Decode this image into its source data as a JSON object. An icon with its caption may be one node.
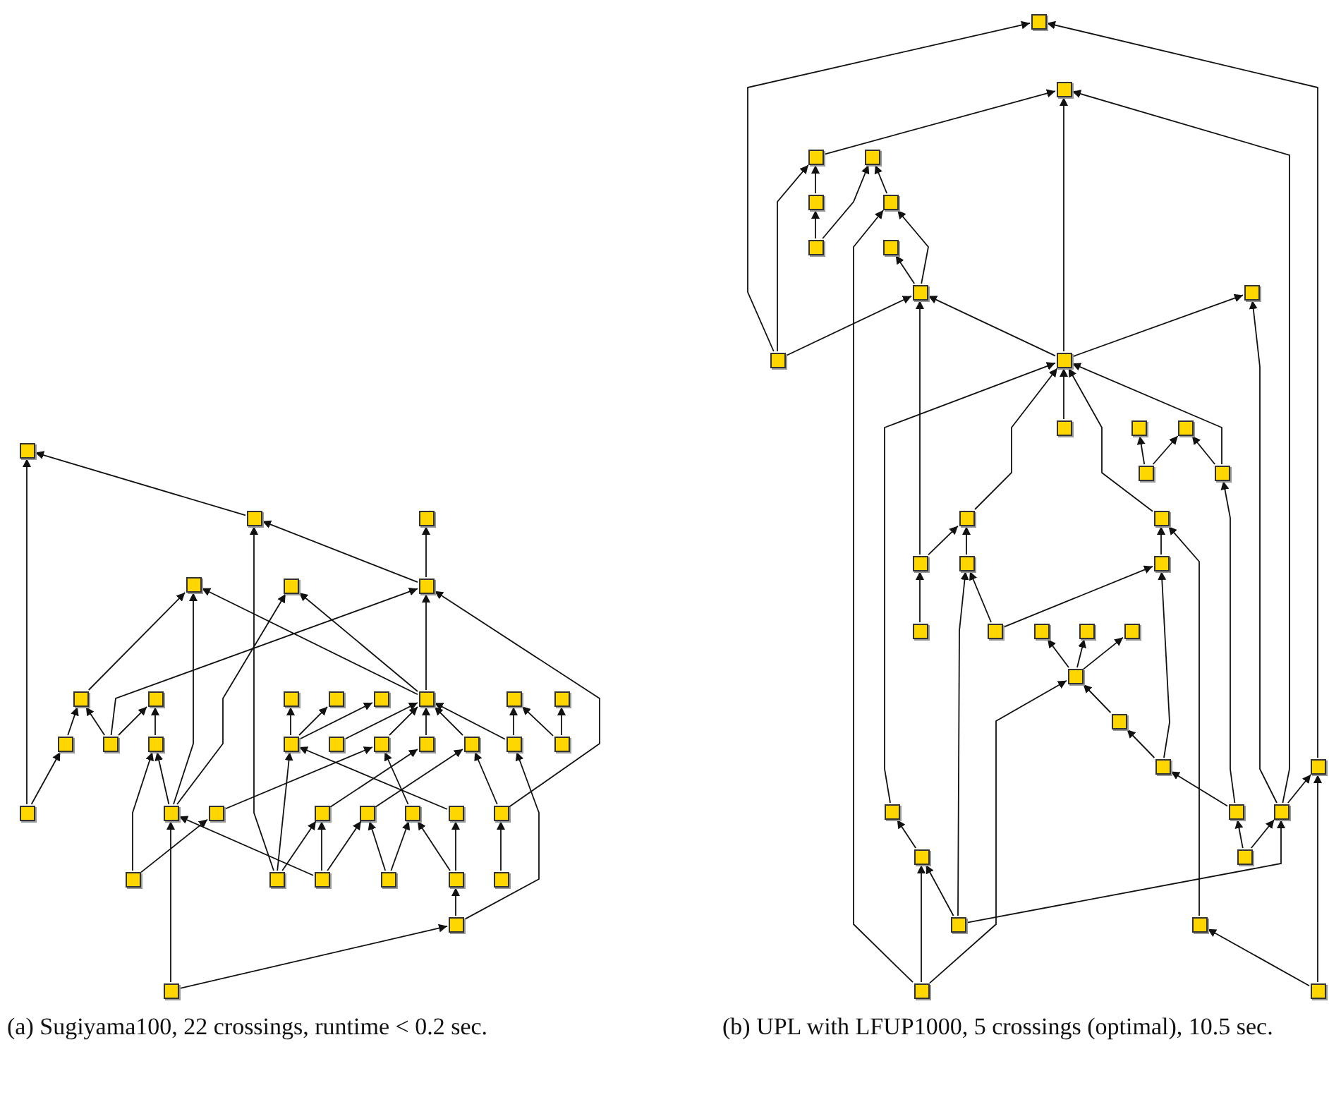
{
  "diagram": {
    "nodes": [
      {
        "text": [],
        "shape": "box"
      },
      {
        "text": [],
        "shape": "box"
      },
      {
        "text": [],
        "shape": "box"
      },
      {
        "text": [],
        "shape": "box"
      },
      {
        "text": [],
        "shape": "box"
      },
      {
        "text": [],
        "shape": "box"
      },
      {
        "text": [],
        "shape": "box"
      },
      {
        "text": [],
        "shape": "box"
      },
      {
        "text": [],
        "shape": "box"
      },
      {
        "text": [],
        "shape": "box"
      },
      {
        "text": [],
        "shape": "box"
      },
      {
        "text": [],
        "shape": "box"
      },
      {
        "text": [],
        "shape": "box"
      },
      {
        "text": [],
        "shape": "box"
      },
      {
        "text": [],
        "shape": "box"
      },
      {
        "text": [],
        "shape": "box"
      },
      {
        "text": [],
        "shape": "box"
      },
      {
        "text": [],
        "shape": "box"
      },
      {
        "text": [],
        "shape": "box"
      },
      {
        "text": [],
        "shape": "box"
      },
      {
        "text": [],
        "shape": "box"
      },
      {
        "text": [],
        "shape": "box"
      },
      {
        "text": [],
        "shape": "box"
      },
      {
        "text": [],
        "shape": "box"
      },
      {
        "text": [],
        "shape": "box"
      },
      {
        "text": [],
        "shape": "box"
      },
      {
        "text": [],
        "shape": "box"
      },
      {
        "text": [],
        "shape": "box"
      },
      {
        "text": [],
        "shape": "box"
      },
      {
        "text": [],
        "shape": "box"
      },
      {
        "text": [],
        "shape": "box"
      },
      {
        "text": [],
        "shape": "box"
      },
      {
        "text": [],
        "shape": "box"
      },
      {
        "text": [],
        "shape": "box"
      },
      {
        "text": [],
        "shape": "box"
      },
      {
        "text": [],
        "shape": "box"
      },
      {
        "text": [],
        "shape": "box"
      },
      {
        "text": [],
        "shape": "box"
      },
      {
        "text": [],
        "shape": "box"
      },
      {
        "text": [],
        "shape": "box"
      },
      {
        "text": [],
        "shape": "box"
      },
      {
        "text": [],
        "shape": "box"
      },
      {
        "text": [],
        "shape": "box"
      },
      {
        "text": [],
        "shape": "box"
      },
      {
        "text": [],
        "shape": "box"
      },
      {
        "text": [],
        "shape": "box"
      },
      {
        "text": [],
        "shape": "box"
      },
      {
        "text": [],
        "shape": "box"
      },
      {
        "text": [],
        "shape": "box"
      },
      {
        "text": [],
        "shape": "box"
      },
      {
        "text": [],
        "shape": "box"
      },
      {
        "text": [],
        "shape": "box"
      },
      {
        "text": [],
        "shape": "box"
      },
      {
        "text": [],
        "shape": "box"
      },
      {
        "text": [],
        "shape": "box"
      },
      {
        "text": [],
        "shape": "box"
      },
      {
        "text": [],
        "shape": "box"
      },
      {
        "text": [],
        "shape": "box"
      },
      {
        "text": [],
        "shape": "box"
      },
      {
        "text": [],
        "shape": "box"
      },
      {
        "text": [],
        "shape": "box"
      },
      {
        "text": [],
        "shape": "box"
      },
      {
        "text": [],
        "shape": "box"
      },
      {
        "text": [],
        "shape": "box"
      },
      {
        "text": [],
        "shape": "box"
      },
      {
        "text": [],
        "shape": "box"
      },
      {
        "text": [],
        "shape": "box"
      },
      {
        "text": [],
        "shape": "box"
      },
      {
        "text": [],
        "shape": "box"
      },
      {
        "text": [],
        "shape": "box"
      },
      {
        "text": [],
        "shape": "box"
      },
      {
        "text": [],
        "shape": "box"
      },
      {
        "text": [],
        "shape": "box"
      },
      {
        "text": [],
        "shape": "box"
      },
      {
        "text": [],
        "shape": "box"
      },
      {
        "text": [],
        "shape": "box"
      },
      {
        "text": [],
        "shape": "box"
      },
      {
        "text": [],
        "shape": "box"
      },
      {
        "text": [],
        "shape": "box"
      },
      {
        "text": [],
        "shape": "box"
      }
    ],
    "edges": [
      {
        "from": 24,
        "to": 0,
        "arrow": "to"
      },
      {
        "from": 1,
        "to": 0,
        "arrow": "to"
      },
      {
        "from": 5,
        "to": 1,
        "arrow": "to"
      },
      {
        "from": 5,
        "to": 2,
        "arrow": "to"
      },
      {
        "from": 33,
        "to": 1,
        "arrow": "to"
      },
      {
        "from": 6,
        "to": 3,
        "arrow": "to"
      },
      {
        "from": 25,
        "to": 3,
        "arrow": "to"
      },
      {
        "from": 11,
        "to": 3,
        "arrow": "to"
      },
      {
        "from": 15,
        "to": 5,
        "arrow": "to"
      },
      {
        "from": 25,
        "to": 4,
        "arrow": "to"
      },
      {
        "from": 11,
        "to": 4,
        "arrow": "to"
      },
      {
        "from": 11,
        "to": 5,
        "arrow": "to"
      },
      {
        "from": 31,
        "to": 5,
        "arrow": "to"
      },
      {
        "from": 14,
        "to": 6,
        "arrow": "to"
      },
      {
        "from": 15,
        "to": 6,
        "arrow": "to"
      },
      {
        "from": 15,
        "to": 7,
        "arrow": "to"
      },
      {
        "from": 16,
        "to": 7,
        "arrow": "to"
      },
      {
        "from": 24,
        "to": 14,
        "arrow": "to"
      },
      {
        "from": 32,
        "to": 16,
        "arrow": "to"
      },
      {
        "from": 25,
        "to": 16,
        "arrow": "to"
      },
      {
        "from": 26,
        "to": 19,
        "arrow": "to"
      },
      {
        "from": 32,
        "to": 26,
        "arrow": "to"
      },
      {
        "from": 39,
        "to": 25,
        "arrow": "to"
      },
      {
        "from": 39,
        "to": 38,
        "arrow": "to"
      },
      {
        "from": 34,
        "to": 25,
        "arrow": "to"
      },
      {
        "from": 17,
        "to": 8,
        "arrow": "to"
      },
      {
        "from": 17,
        "to": 9,
        "arrow": "to"
      },
      {
        "from": 17,
        "to": 10,
        "arrow": "to"
      },
      {
        "from": 18,
        "to": 11,
        "arrow": "to"
      },
      {
        "from": 19,
        "to": 11,
        "arrow": "to"
      },
      {
        "from": 20,
        "to": 11,
        "arrow": "to"
      },
      {
        "from": 21,
        "to": 11,
        "arrow": "to"
      },
      {
        "from": 22,
        "to": 11,
        "arrow": "to"
      },
      {
        "from": 22,
        "to": 12,
        "arrow": "to"
      },
      {
        "from": 23,
        "to": 12,
        "arrow": "to"
      },
      {
        "from": 23,
        "to": 13,
        "arrow": "to"
      },
      {
        "from": 33,
        "to": 17,
        "arrow": "to"
      },
      {
        "from": 33,
        "to": 27,
        "arrow": "to"
      },
      {
        "from": 30,
        "to": 17,
        "arrow": "to"
      },
      {
        "from": 34,
        "to": 27,
        "arrow": "to"
      },
      {
        "from": 34,
        "to": 28,
        "arrow": "to"
      },
      {
        "from": 27,
        "to": 20,
        "arrow": "to"
      },
      {
        "from": 28,
        "to": 21,
        "arrow": "to"
      },
      {
        "from": 35,
        "to": 28,
        "arrow": "to"
      },
      {
        "from": 35,
        "to": 29,
        "arrow": "to"
      },
      {
        "from": 29,
        "to": 19,
        "arrow": "to"
      },
      {
        "from": 36,
        "to": 29,
        "arrow": "to"
      },
      {
        "from": 36,
        "to": 30,
        "arrow": "to"
      },
      {
        "from": 38,
        "to": 36,
        "arrow": "to"
      },
      {
        "from": 38,
        "to": 22,
        "arrow": "to"
      },
      {
        "from": 37,
        "to": 31,
        "arrow": "to"
      },
      {
        "from": 31,
        "to": 21,
        "arrow": "to"
      },
      {
        "from": 50,
        "to": 40,
        "arrow": "to"
      },
      {
        "from": 70,
        "to": 40,
        "arrow": "to"
      },
      {
        "from": 51,
        "to": 41,
        "arrow": "to"
      },
      {
        "from": 42,
        "to": 41,
        "arrow": "to"
      },
      {
        "from": 73,
        "to": 41,
        "arrow": "to"
      },
      {
        "from": 73,
        "to": 49,
        "arrow": "to"
      },
      {
        "from": 44,
        "to": 42,
        "arrow": "to"
      },
      {
        "from": 50,
        "to": 42,
        "arrow": "to"
      },
      {
        "from": 46,
        "to": 44,
        "arrow": "to"
      },
      {
        "from": 46,
        "to": 43,
        "arrow": "to"
      },
      {
        "from": 45,
        "to": 43,
        "arrow": "to"
      },
      {
        "from": 48,
        "to": 45,
        "arrow": "to"
      },
      {
        "from": 48,
        "to": 47,
        "arrow": "to"
      },
      {
        "from": 51,
        "to": 48,
        "arrow": "to"
      },
      {
        "from": 50,
        "to": 48,
        "arrow": "to"
      },
      {
        "from": 59,
        "to": 48,
        "arrow": "to"
      },
      {
        "from": 51,
        "to": 49,
        "arrow": "to"
      },
      {
        "from": 71,
        "to": 51,
        "arrow": "to"
      },
      {
        "from": 57,
        "to": 51,
        "arrow": "to"
      },
      {
        "from": 52,
        "to": 51,
        "arrow": "to"
      },
      {
        "from": 58,
        "to": 51,
        "arrow": "to"
      },
      {
        "from": 56,
        "to": 51,
        "arrow": "to"
      },
      {
        "from": 78,
        "to": 45,
        "arrow": "to"
      },
      {
        "from": 55,
        "to": 53,
        "arrow": "to"
      },
      {
        "from": 55,
        "to": 54,
        "arrow": "to"
      },
      {
        "from": 56,
        "to": 54,
        "arrow": "to"
      },
      {
        "from": 59,
        "to": 57,
        "arrow": "to"
      },
      {
        "from": 60,
        "to": 57,
        "arrow": "to"
      },
      {
        "from": 62,
        "to": 59,
        "arrow": "to"
      },
      {
        "from": 63,
        "to": 60,
        "arrow": "to"
      },
      {
        "from": 63,
        "to": 61,
        "arrow": "to"
      },
      {
        "from": 61,
        "to": 58,
        "arrow": "to"
      },
      {
        "from": 77,
        "to": 58,
        "arrow": "to"
      },
      {
        "from": 72,
        "to": 56,
        "arrow": "to"
      },
      {
        "from": 76,
        "to": 60,
        "arrow": "to"
      },
      {
        "from": 69,
        "to": 61,
        "arrow": "to"
      },
      {
        "from": 67,
        "to": 64,
        "arrow": "to"
      },
      {
        "from": 67,
        "to": 65,
        "arrow": "to"
      },
      {
        "from": 67,
        "to": 66,
        "arrow": "to"
      },
      {
        "from": 68,
        "to": 67,
        "arrow": "to"
      },
      {
        "from": 69,
        "to": 68,
        "arrow": "to"
      },
      {
        "from": 72,
        "to": 69,
        "arrow": "to"
      },
      {
        "from": 75,
        "to": 72,
        "arrow": "to"
      },
      {
        "from": 75,
        "to": 73,
        "arrow": "to"
      },
      {
        "from": 73,
        "to": 70,
        "arrow": "to"
      },
      {
        "from": 76,
        "to": 73,
        "arrow": "to"
      },
      {
        "from": 74,
        "to": 71,
        "arrow": "to"
      },
      {
        "from": 78,
        "to": 74,
        "arrow": "to"
      },
      {
        "from": 76,
        "to": 74,
        "arrow": "to"
      },
      {
        "from": 78,
        "to": 67,
        "arrow": "to"
      },
      {
        "from": 79,
        "to": 77,
        "arrow": "to"
      },
      {
        "from": 79,
        "to": 70,
        "arrow": "to"
      }
    ],
    "labels": [
      "(a) Sugiyama100, 22 crossings, runtime < 0.2 sec.",
      "(b) UPL with LFUP1000, 5 crossings (optimal), 10.5 sec."
    ]
  }
}
